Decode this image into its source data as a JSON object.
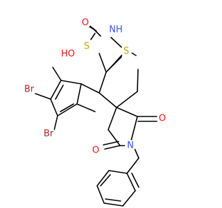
{
  "diagram": {
    "type": "chemical-structure",
    "background": "#ffffff",
    "colors": {
      "bond": "#000000",
      "O": "#ff0d0d",
      "N": "#3050f8",
      "S": "#c8a000",
      "Br": "#a62929",
      "C": "#000000"
    },
    "atom_labels": {
      "o_lactam": "O",
      "nh": "NH",
      "s_thiazole": "S",
      "s_thiopyran": "S",
      "oh": "HO",
      "br_left": "Br",
      "br_right": "Br",
      "o_imide_right": "O",
      "o_imide_left": "O",
      "n_imide": "N"
    }
  }
}
